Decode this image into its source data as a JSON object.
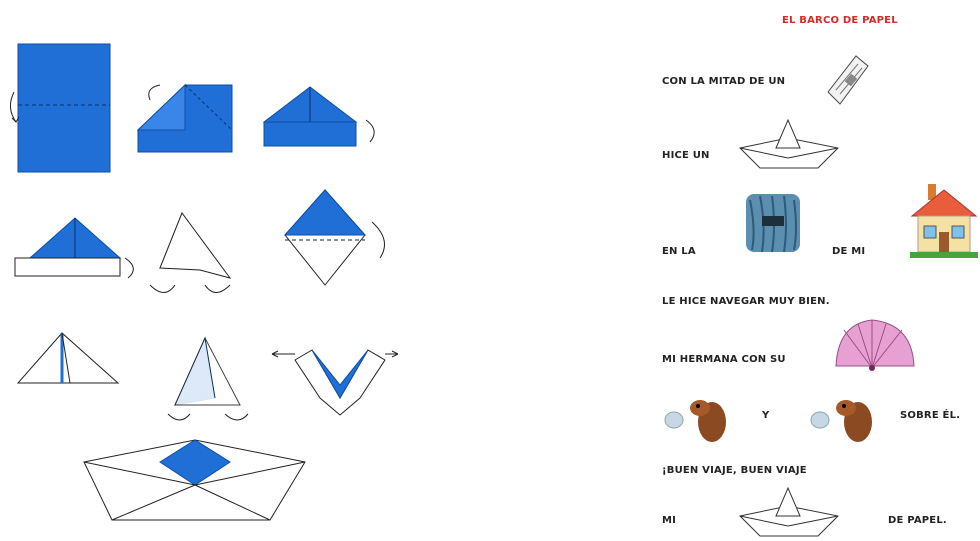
{
  "song": {
    "title": "EL BARCO DE PAPEL",
    "lines": {
      "l1": "CON LA MITAD DE UN",
      "l2": "HICE UN",
      "l3a": "EN LA",
      "l3b": "DE MI",
      "l4": "LE HICE NAVEGAR MUY BIEN.",
      "l5": "MI HERMANA CON SU",
      "l6a": "Y",
      "l6b": "SOBRE ÉL.",
      "l7": "¡BUEN VIAJE, BUEN VIAJE",
      "l8a": "MI",
      "l8b": "DE PAPEL."
    }
  },
  "colors": {
    "paper_blue": "#1f6fd6",
    "paper_blue_dark": "#0d4fa8",
    "title_red": "#d62a2a"
  },
  "icons": {
    "pictograms": [
      "newspaper-icon",
      "paper-boat-icon",
      "water-icon",
      "house-icon",
      "fan-icon",
      "wolf-blowing-icon",
      "paper-boat-icon"
    ]
  }
}
